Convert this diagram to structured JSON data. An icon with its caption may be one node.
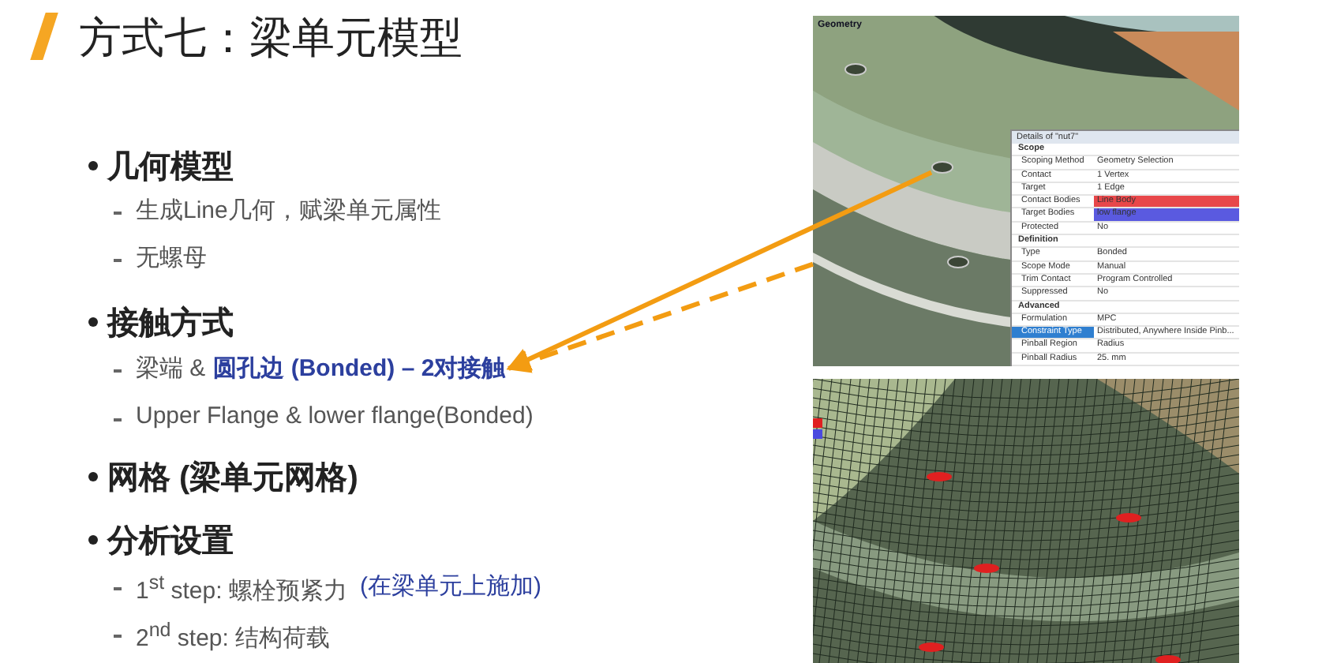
{
  "diagram": {
    "title": "方式七：梁单元模型",
    "nodes": [
      {
        "text": [
          "梁端 &",
          "圆孔边 (Bonded) – 2对接触"
        ]
      },
      {
        "text": [
          "Geometry"
        ]
      },
      {
        "text": [],
        "shape": "circle",
        "in": 1
      }
    ],
    "edges": [
      {
        "from": 2,
        "to": 0,
        "arrow": "to"
      },
      {
        "from": 1,
        "to": 0,
        "arrow": "to",
        "style": "dashed"
      }
    ],
    "labels": [
      "几何模型",
      "生成Line几何，赋梁单元属性",
      "无螺母",
      "接触方式",
      "Upper Flange & lower flange(Bonded)",
      "网格 (梁单元网格)",
      "分析设置",
      "1$^{st}$ step: 螺栓预紧力",
      "(在梁单元上施加)",
      "2$^{nd}$ step: 结构荷载",
      "Details of \"nut7\"",
      "Scope",
      "Scoping Method",
      "Geometry Selection",
      "Contact",
      "1 Vertex",
      "Target",
      "1 Edge",
      "Contact Bodies",
      "Line Body",
      "Target Bodies",
      "low flange",
      "Protected",
      "No",
      "Definition",
      "Type",
      "Bonded",
      "Scope Mode",
      "Manual",
      "Trim Contact",
      "Program Controlled",
      "Suppressed",
      "No",
      "Advanced",
      "Formulation",
      "MPC",
      "Constraint Type",
      "Distributed, Anywhere Inside Pinb...",
      "Pinball Region",
      "Radius",
      "Pinball Radius",
      "25. mm"
    ]
  }
}
